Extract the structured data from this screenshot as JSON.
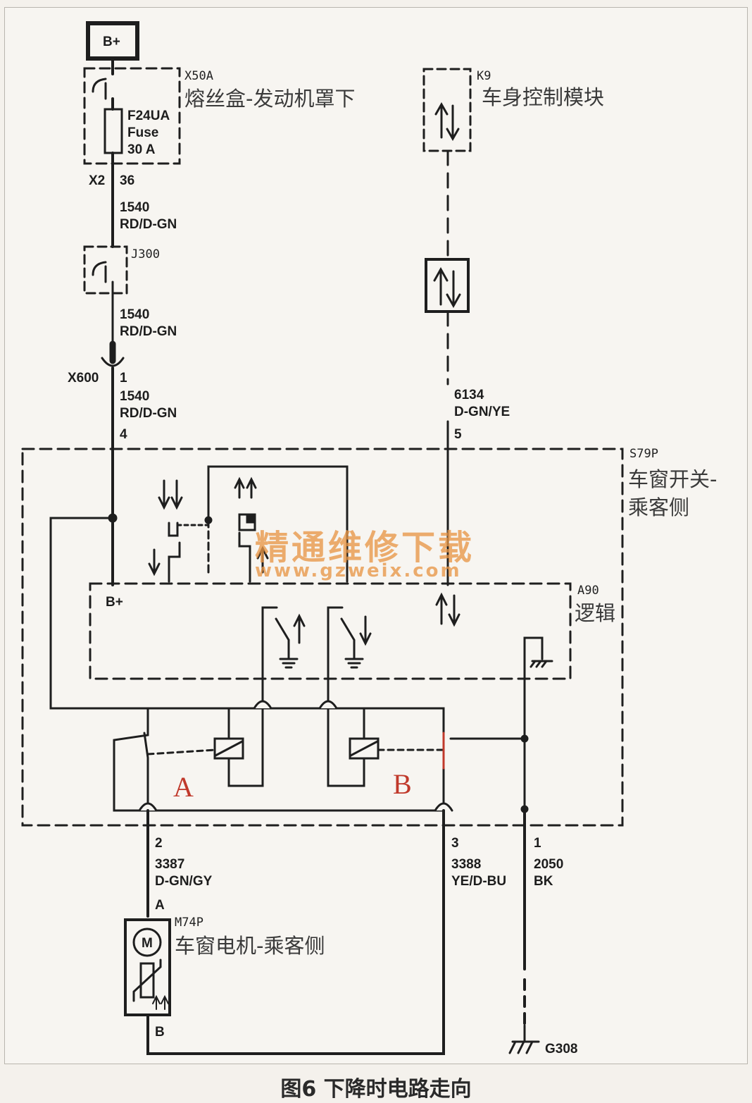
{
  "caption": "图6 下降时电路走向",
  "watermark": {
    "title": "精通维修下载",
    "url": "www.gzweix.com"
  },
  "power": {
    "label": "B+"
  },
  "fuse_box": {
    "id": "X50A",
    "name": "熔丝盒-发动机罩下",
    "fuse": "F24UA",
    "fuse_word": "Fuse",
    "rating": "30 A"
  },
  "connector_x2": {
    "id": "X2",
    "pin": "36"
  },
  "wire_1540": {
    "circuit": "1540",
    "color": "RD/D-GN"
  },
  "splice": {
    "id": "J300"
  },
  "connector_x600": {
    "id": "X600",
    "pin": "1"
  },
  "bcm": {
    "id": "K9",
    "name": "车身控制模块"
  },
  "wire_6134": {
    "circuit": "6134",
    "color": "D-GN/YE"
  },
  "switch": {
    "id": "S79P",
    "name_line1": "车窗开关-",
    "name_line2": "乘客侧",
    "pin_b": "4",
    "pin_lin": "5"
  },
  "logic": {
    "id": "A90",
    "name": "逻辑",
    "bplus": "B+"
  },
  "relays": {
    "a": "A",
    "b": "B"
  },
  "wire_3387": {
    "pin": "2",
    "circuit": "3387",
    "color": "D-GN/GY"
  },
  "wire_3388": {
    "pin": "3",
    "circuit": "3388",
    "color": "YE/D-BU"
  },
  "wire_2050": {
    "pin": "1",
    "circuit": "2050",
    "color": "BK"
  },
  "motor": {
    "id": "M74P",
    "name": "车窗电机-乘客侧",
    "symbol": "M",
    "pin_a": "A",
    "pin_b": "B"
  },
  "ground": {
    "id": "G308"
  }
}
